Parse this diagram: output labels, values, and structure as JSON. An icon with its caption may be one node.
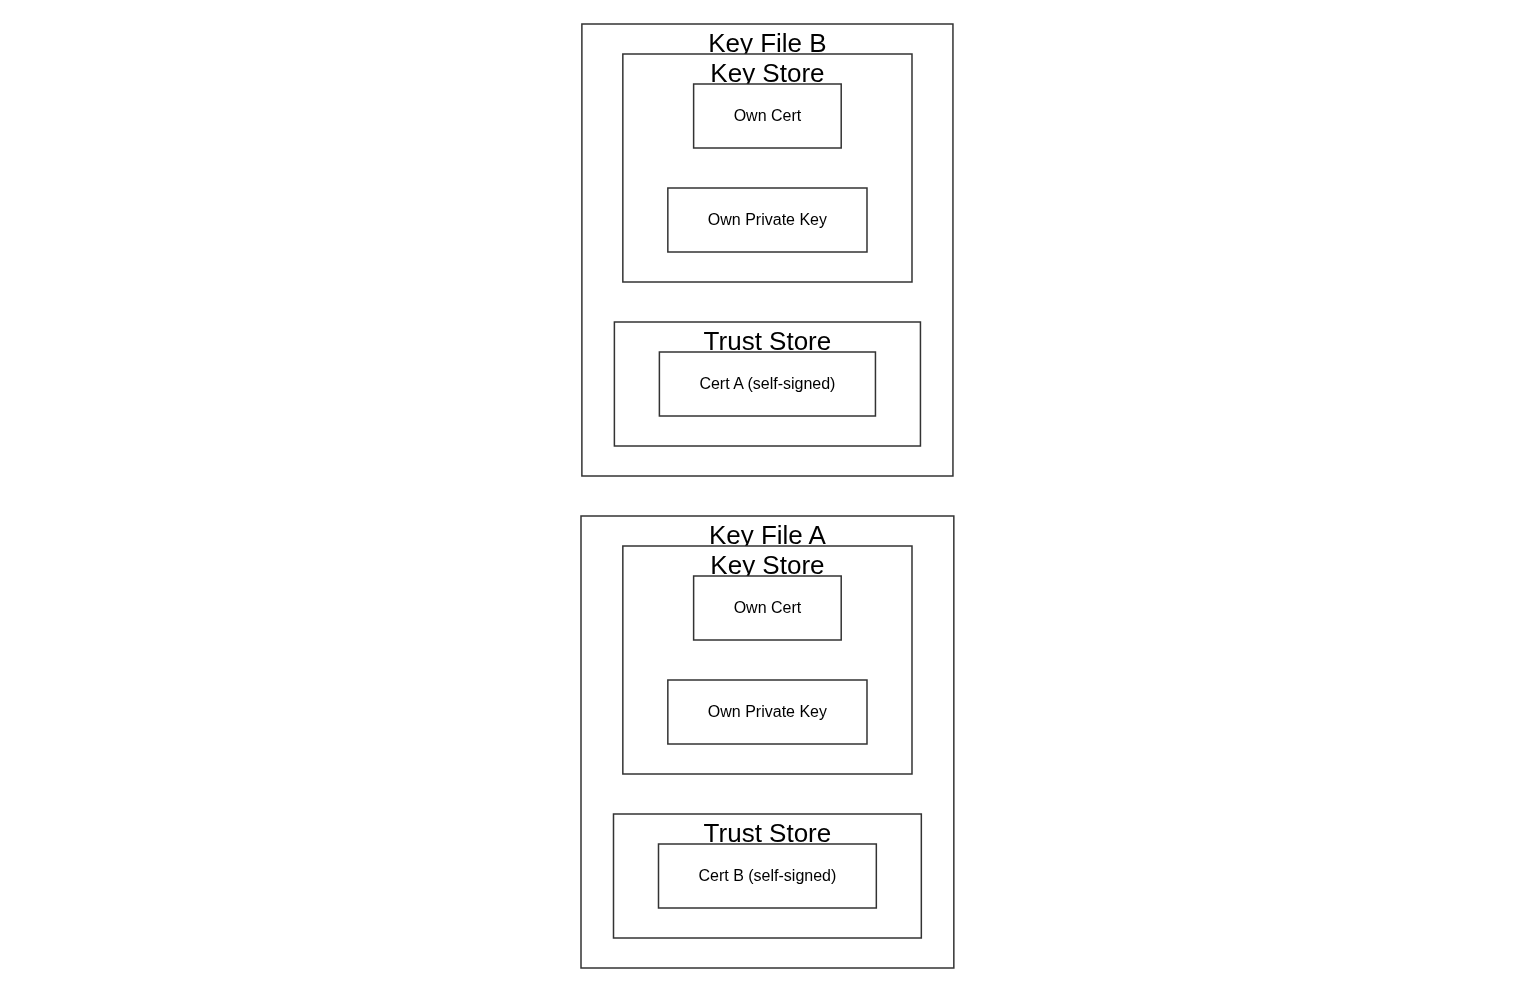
{
  "diagram": {
    "nodes": [
      {
        "text": [
          "Key File A"
        ]
      },
      {
        "text": [
          "Trust Store"
        ],
        "in": 0
      },
      {
        "text": [
          "Cert B (self-signed)"
        ],
        "in": 1
      },
      {
        "text": [
          "Key Store"
        ],
        "in": 0
      },
      {
        "text": [
          "Own Cert"
        ],
        "in": 3
      },
      {
        "text": [
          "Own Private Key"
        ],
        "in": 3
      },
      {
        "text": [
          "Key File B"
        ]
      },
      {
        "text": [
          "Trust Store"
        ],
        "in": 6
      },
      {
        "text": [
          "Cert A (self-signed)"
        ],
        "in": 7
      },
      {
        "text": [
          "Key Store"
        ],
        "in": 6
      },
      {
        "text": [
          "Own Cert"
        ],
        "in": 9
      },
      {
        "text": [
          "Own Private Key"
        ],
        "in": 9
      }
    ]
  }
}
